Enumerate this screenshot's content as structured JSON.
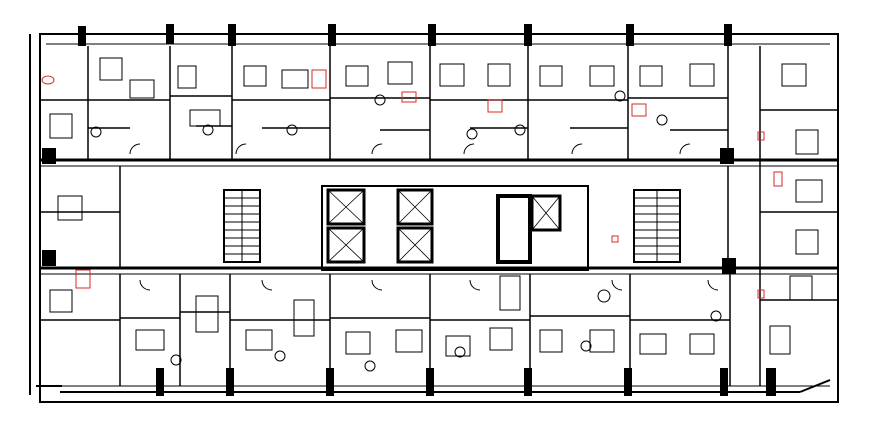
{
  "drawing": {
    "kind": "floor-plan",
    "line_color": "#000000",
    "fill_color": "#ffffff",
    "accent_color": "#d42a2a",
    "visible_text": []
  },
  "core": {
    "elevator_shafts": 6,
    "stair_cores": 2
  },
  "units": {
    "top_row": 10,
    "bottom_row": 8,
    "left_column": 3,
    "right_column": 3
  }
}
